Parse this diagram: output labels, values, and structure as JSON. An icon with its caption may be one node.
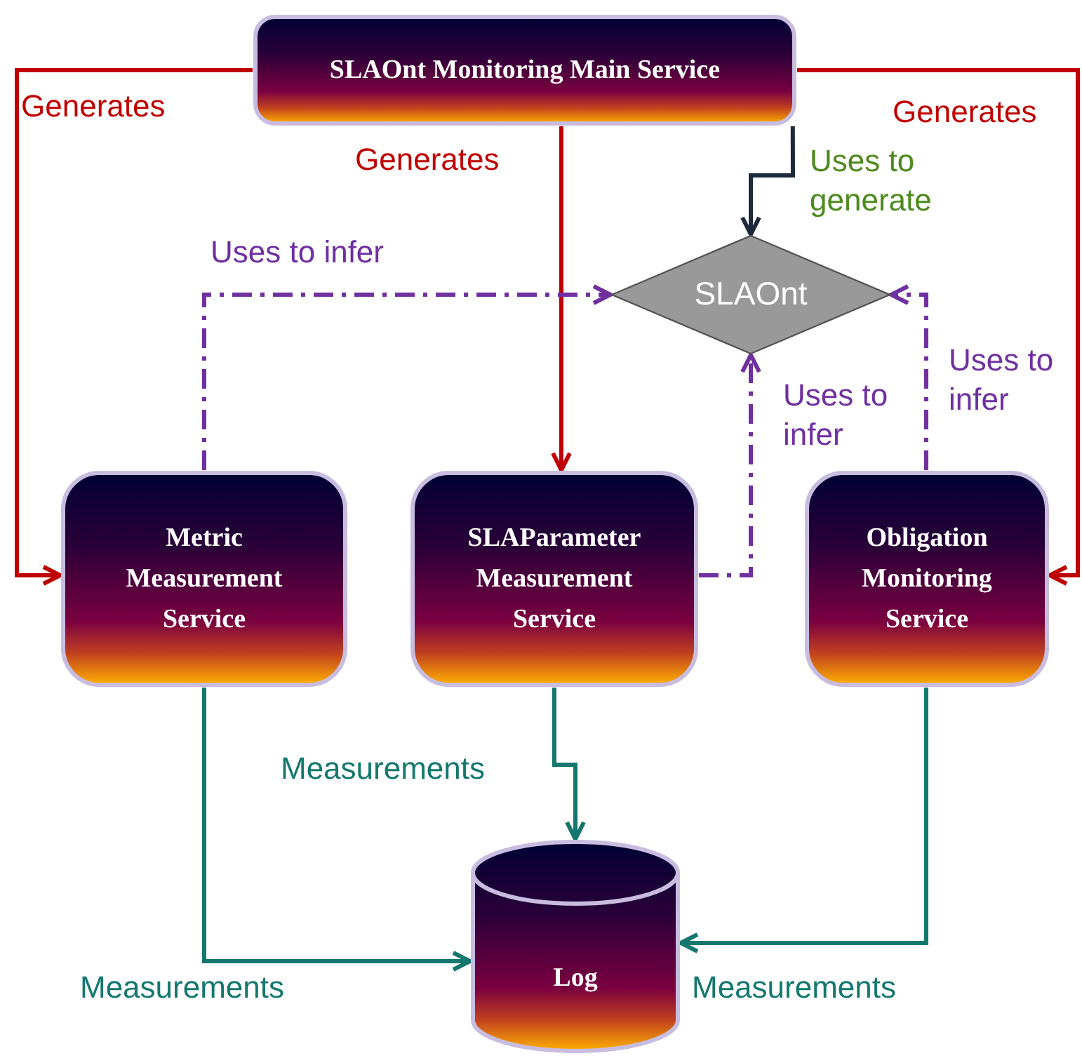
{
  "diagram": {
    "nodes": [
      {
        "text": [
          "SLAOnt Monitoring Main Service"
        ]
      },
      {
        "text": [
          "SLAOnt"
        ]
      },
      {
        "text": [
          "Metric Measurement Service"
        ]
      },
      {
        "text": [
          "SLAParameter Measurement Service"
        ]
      },
      {
        "text": [
          "Obligation Monitoring Service"
        ]
      },
      {
        "text": [
          "Log"
        ]
      }
    ],
    "edges": [
      {
        "from": 0,
        "to": 2,
        "arrow": "to",
        "label": "Generates",
        "color": "#c00000"
      },
      {
        "from": 0,
        "to": 4,
        "arrow": "to",
        "label": "Generates",
        "color": "#c00000"
      },
      {
        "from": 0,
        "to": 3,
        "arrow": "to",
        "label": "Generates",
        "color": "#c00000"
      },
      {
        "from": 0,
        "to": 1,
        "arrow": "to",
        "label": "Uses to generate",
        "color": "#1c2a3a"
      },
      {
        "from": 2,
        "to": 1,
        "arrow": "to",
        "label": "Uses to infer",
        "style": "dashed",
        "color": "#7030a0"
      },
      {
        "from": 3,
        "to": 1,
        "arrow": "to",
        "label": "Uses to infer",
        "style": "dashed",
        "color": "#7030a0"
      },
      {
        "from": 4,
        "to": 1,
        "arrow": "to",
        "label": "Uses to infer",
        "style": "dashed",
        "color": "#7030a0"
      },
      {
        "from": 2,
        "to": 5,
        "arrow": "to",
        "label": "Measurements",
        "color": "#14786e"
      },
      {
        "from": 3,
        "to": 5,
        "arrow": "to",
        "label": "Measurements",
        "color": "#14786e"
      },
      {
        "from": 4,
        "to": 5,
        "arrow": "to",
        "label": "Measurements",
        "color": "#14786e"
      }
    ]
  }
}
